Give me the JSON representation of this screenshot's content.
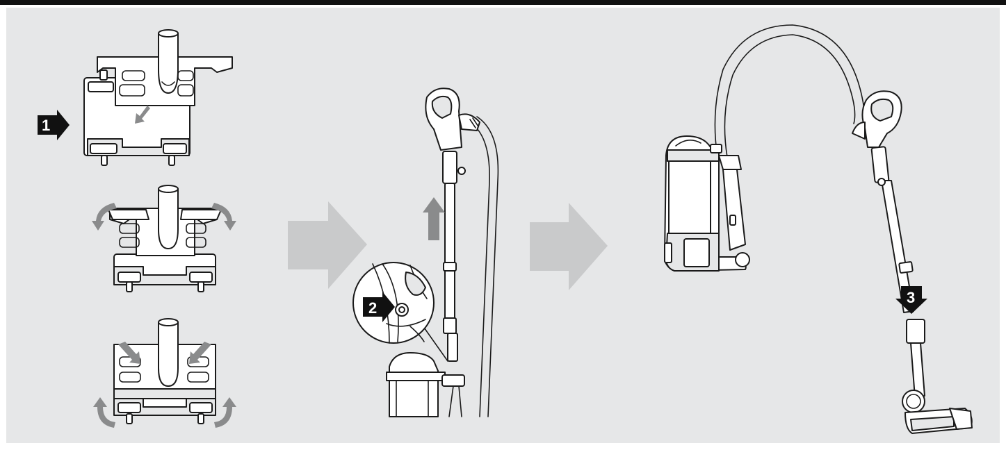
{
  "steps": [
    {
      "number": "1"
    },
    {
      "number": "2"
    },
    {
      "number": "3"
    }
  ],
  "colors": {
    "background": "#e6e7e8",
    "top_bar": "#111111",
    "flow_arrow": "#c9cacb",
    "motion_arrow": "#8a8b8c",
    "step_marker": "#111111",
    "line_art": "#1a1a1a"
  },
  "icons": [
    "step-1-marker",
    "step-2-marker",
    "step-3-marker",
    "flow-arrow",
    "motion-arrow"
  ]
}
